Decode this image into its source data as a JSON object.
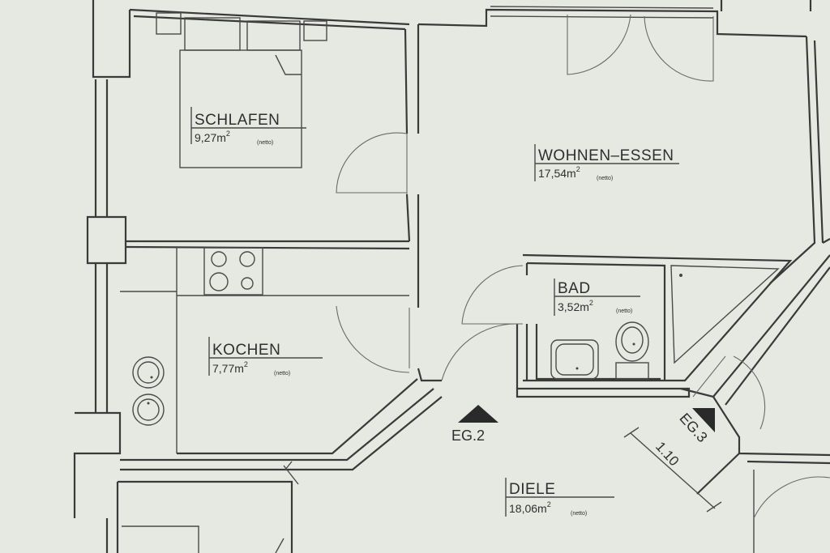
{
  "rooms": [
    {
      "id": "schlafen",
      "name": "SCHLAFEN",
      "area": "9,27m",
      "sup": "2",
      "note": "(netto)"
    },
    {
      "id": "wohnen",
      "name": "WOHNEN–ESSEN",
      "area": "17,54m",
      "sup": "2",
      "note": "(netto)"
    },
    {
      "id": "bad",
      "name": "BAD",
      "area": "3,52m",
      "sup": "2",
      "note": "(netto)"
    },
    {
      "id": "kochen",
      "name": "KOCHEN",
      "area": "7,77m",
      "sup": "2",
      "note": "(netto)"
    },
    {
      "id": "diele",
      "name": "DIELE",
      "area": "18,06m",
      "sup": "2",
      "note": "(netto)"
    }
  ],
  "markers": {
    "eg2": "EG.2",
    "eg3": "EG.3",
    "door_dimension": "1.10"
  },
  "colors": {
    "paper": "#e6e8e2",
    "ink": "#3a3a3a"
  }
}
